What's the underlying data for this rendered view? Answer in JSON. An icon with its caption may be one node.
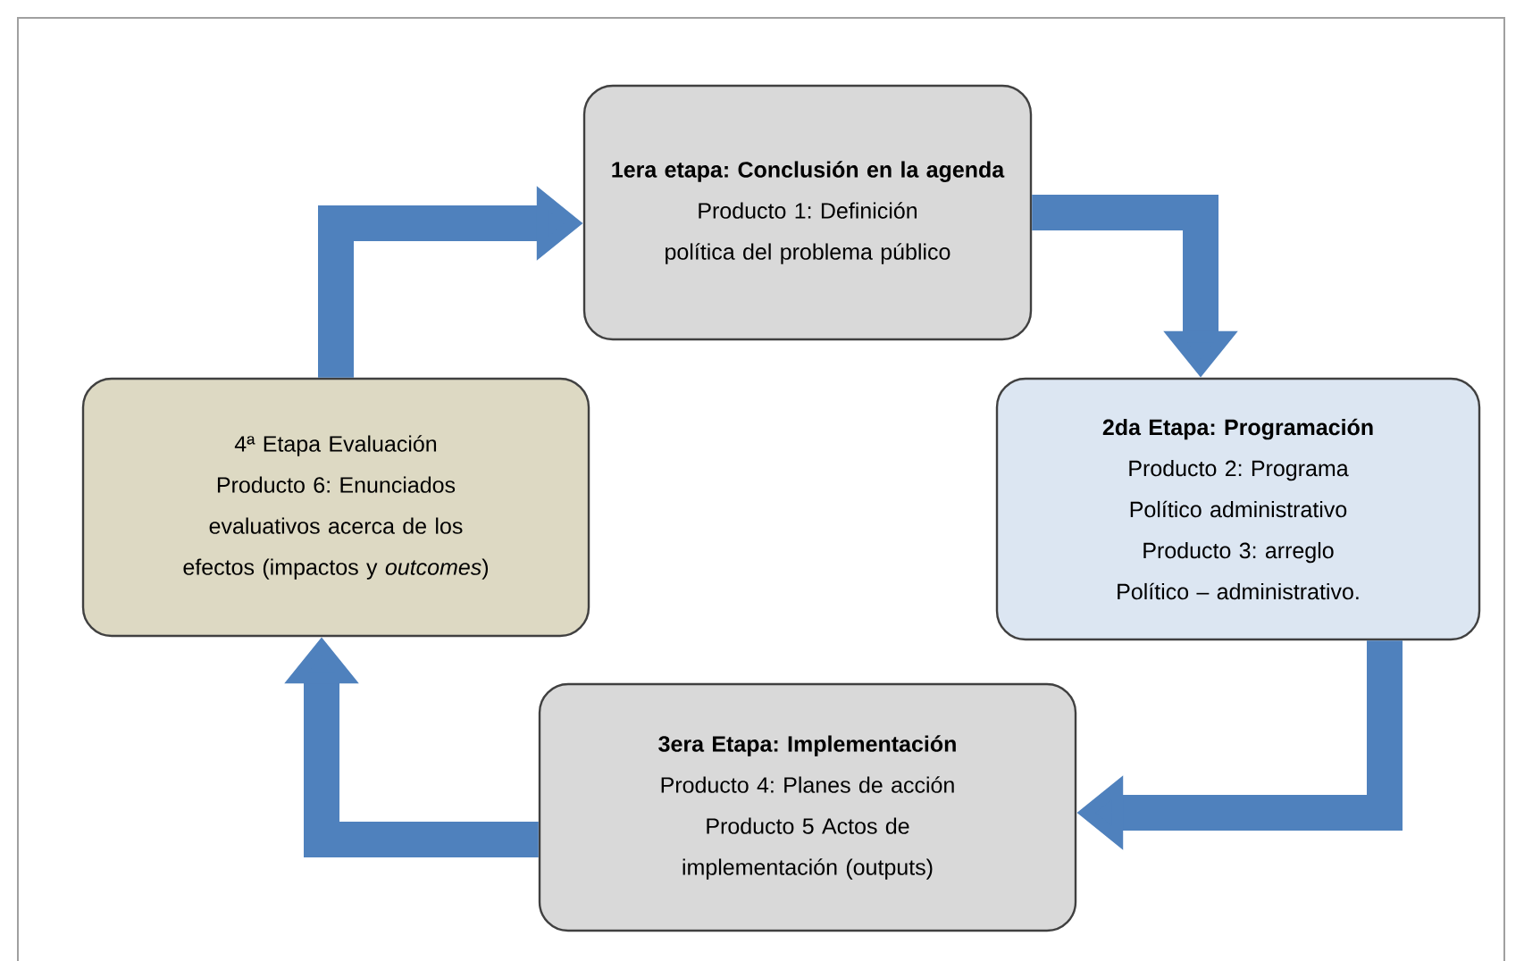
{
  "diagram": {
    "nodes": [
      {
        "text": [
          "1era etapa: Conclusión en la agenda",
          "Producto 1: Definición política del problema público"
        ]
      },
      {
        "text": [
          "2da  Etapa: Programación",
          "Producto 2: Programa Político administrativo",
          "Producto 3: arreglo Político – administrativo."
        ]
      },
      {
        "text": [
          "3era Etapa:  Implementación",
          "Producto 4: Planes de acción",
          "Producto 5 Actos de implementación (outputs)"
        ]
      },
      {
        "text": [
          "4ª Etapa Evaluación",
          "Producto 6: Enunciados evaluativos acerca de los efectos (impactos y *outcomes*)"
        ]
      }
    ],
    "edges": [
      {
        "from": 3,
        "to": 0,
        "arrow": "to"
      },
      {
        "from": 0,
        "to": 1,
        "arrow": "to"
      },
      {
        "from": 1,
        "to": 2,
        "arrow": "to"
      },
      {
        "from": 2,
        "to": 3,
        "arrow": "to"
      }
    ]
  }
}
